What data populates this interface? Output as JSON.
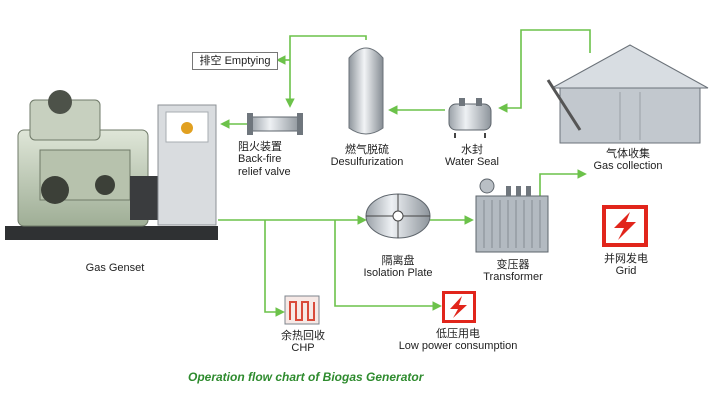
{
  "colors": {
    "flow_line": "#6cc24a",
    "steel": "#c9cfd6",
    "dark_steel": "#7d848c",
    "alert_red": "#e1251b"
  },
  "emptying": {
    "cn": "排空",
    "en": "Emptying"
  },
  "components": {
    "gas_genset": {
      "en": "Gas Genset"
    },
    "backfire": {
      "cn": "阻火装置",
      "en1": "Back-fire",
      "en2": "relief valve"
    },
    "desulfurization": {
      "cn": "燃气脱硫",
      "en": "Desulfurization"
    },
    "water_seal": {
      "cn": "水封",
      "en": "Water Seal"
    },
    "gas_collection": {
      "cn": "气体收集",
      "en": "Gas collection"
    },
    "isolation_plate": {
      "cn": "隔离盘",
      "en": "Isolation Plate"
    },
    "transformer": {
      "cn": "变压器",
      "en": "Transformer"
    },
    "grid": {
      "cn": "并网发电",
      "en": "Grid"
    },
    "chp": {
      "cn": "余热回收",
      "en": "CHP"
    },
    "low_power": {
      "cn": "低压用电",
      "en": "Low power consumption"
    }
  },
  "caption": "Operation flow chart of Biogas Generator"
}
